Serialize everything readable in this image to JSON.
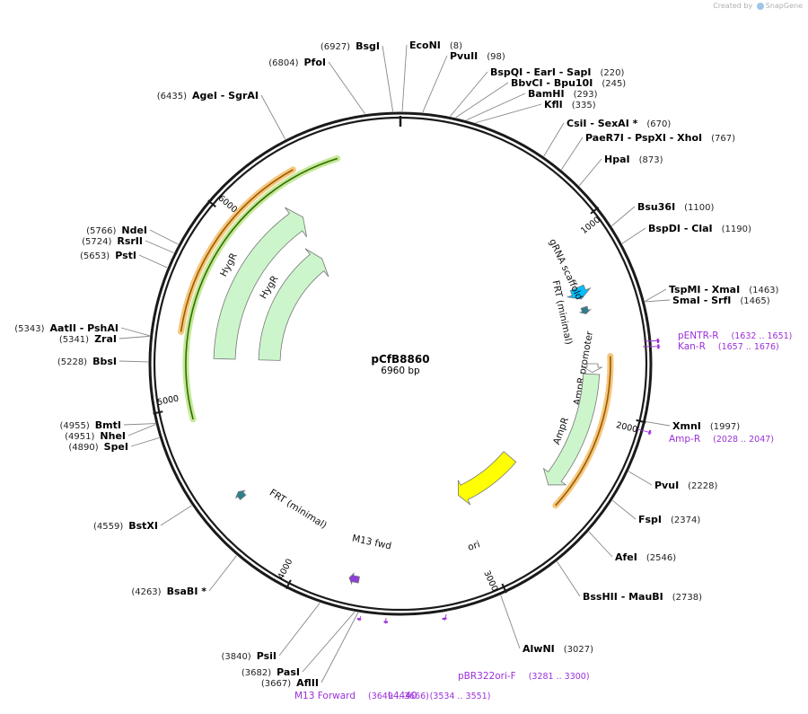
{
  "credit": {
    "prefix": "Created by",
    "brand": "SnapGene"
  },
  "plasmid": {
    "name": "pCfB8860",
    "size_label": "6960 bp",
    "length": 6960
  },
  "ticks": [
    {
      "label": "1000",
      "bp": 1000
    },
    {
      "label": "2000",
      "bp": 2000
    },
    {
      "label": "3000",
      "bp": 3000
    },
    {
      "label": "4000",
      "bp": 4000
    },
    {
      "label": "5000",
      "bp": 5000
    },
    {
      "label": "6000",
      "bp": 6000
    }
  ],
  "sites": [
    {
      "name": "EcoNI",
      "pos": "(8)",
      "bp": 8
    },
    {
      "name": "PvuII",
      "pos": "(98)",
      "bp": 98
    },
    {
      "name": "BspQI - EarI - SapI",
      "pos": "(220)",
      "bp": 220
    },
    {
      "name": "BbvCI - Bpu10I",
      "pos": "(245)",
      "bp": 245
    },
    {
      "name": "BamHI",
      "pos": "(293)",
      "bp": 293
    },
    {
      "name": "KflI",
      "pos": "(335)",
      "bp": 335
    },
    {
      "name": "CsiI - SexAI *",
      "pos": "(670)",
      "bp": 670
    },
    {
      "name": "PaeR7I - PspXI - XhoI",
      "pos": "(767)",
      "bp": 767
    },
    {
      "name": "HpaI",
      "pos": "(873)",
      "bp": 873
    },
    {
      "name": "Bsu36I",
      "pos": "(1100)",
      "bp": 1100
    },
    {
      "name": "BspDI - ClaI",
      "pos": "(1190)",
      "bp": 1190
    },
    {
      "name": "TspMI - XmaI",
      "pos": "(1463)",
      "bp": 1463
    },
    {
      "name": "SmaI - SrfI",
      "pos": "(1465)",
      "bp": 1465
    },
    {
      "name": "XmnI",
      "pos": "(1997)",
      "bp": 1997
    },
    {
      "name": "PvuI",
      "pos": "(2228)",
      "bp": 2228
    },
    {
      "name": "FspI",
      "pos": "(2374)",
      "bp": 2374
    },
    {
      "name": "AfeI",
      "pos": "(2546)",
      "bp": 2546
    },
    {
      "name": "BssHII - MauBI",
      "pos": "(2738)",
      "bp": 2738
    },
    {
      "name": "AlwNI",
      "pos": "(3027)",
      "bp": 3027
    },
    {
      "name": "AflII",
      "pos": "(3667)",
      "bp": 3667
    },
    {
      "name": "PasI",
      "pos": "(3682)",
      "bp": 3682
    },
    {
      "name": "PsiI",
      "pos": "(3840)",
      "bp": 3840
    },
    {
      "name": "BsaBI *",
      "pos": "(4263)",
      "bp": 4263
    },
    {
      "name": "BstXI",
      "pos": "(4559)",
      "bp": 4559
    },
    {
      "name": "SpeI",
      "pos": "(4890)",
      "bp": 4890
    },
    {
      "name": "NheI",
      "pos": "(4951)",
      "bp": 4951
    },
    {
      "name": "BmtI",
      "pos": "(4955)",
      "bp": 4955
    },
    {
      "name": "BbsI",
      "pos": "(5228)",
      "bp": 5228
    },
    {
      "name": "ZraI",
      "pos": "(5341)",
      "bp": 5341
    },
    {
      "name": "AatII - PshAI",
      "pos": "(5343)",
      "bp": 5343
    },
    {
      "name": "PstI",
      "pos": "(5653)",
      "bp": 5653
    },
    {
      "name": "RsrII",
      "pos": "(5724)",
      "bp": 5724
    },
    {
      "name": "NdeI",
      "pos": "(5766)",
      "bp": 5766
    },
    {
      "name": "AgeI - SgrAI",
      "pos": "(6435)",
      "bp": 6435
    },
    {
      "name": "PfoI",
      "pos": "(6804)",
      "bp": 6804
    },
    {
      "name": "BsgI",
      "pos": "(6927)",
      "bp": 6927
    }
  ],
  "primers": [
    {
      "name": "pENTR-R",
      "pos": "(1632 .. 1651)",
      "start": 1632,
      "end": 1651
    },
    {
      "name": "Kan-R",
      "pos": "(1657 .. 1676)",
      "start": 1657,
      "end": 1676
    },
    {
      "name": "Amp-R",
      "pos": "(2028 .. 2047)",
      "start": 2028,
      "end": 2047
    },
    {
      "name": "pBR322ori-F",
      "pos": "(3281 .. 3300)",
      "start": 3281,
      "end": 3300
    },
    {
      "name": "L4440",
      "pos": "(3534 .. 3551)",
      "start": 3534,
      "end": 3551
    },
    {
      "name": "M13 Forward",
      "pos": "(3649 .. 3666)",
      "start": 3649,
      "end": 3666
    }
  ],
  "features": [
    {
      "name": "gRNA scaffold",
      "color": "#00bfff"
    },
    {
      "name": "FRT (minimal)",
      "color": "#2e7f8f"
    },
    {
      "name": "AmpR promoter",
      "color": "#ffffff"
    },
    {
      "name": "AmpR",
      "color": "#ccf5cc"
    },
    {
      "name": "ori",
      "color": "#ffff00"
    },
    {
      "name": "M13 fwd",
      "color": "#8e3dd9"
    },
    {
      "name": "FRT (minimal)",
      "color": "#2e7f8f"
    },
    {
      "name": "HygR",
      "color": "#ccf5cc"
    },
    {
      "name": "HygR",
      "color": "#ccf5cc"
    }
  ],
  "colors": {
    "backbone": "#1a1a1a",
    "primer": "#9b30d9",
    "orf_orange": "#f5c77e",
    "orf_green": "#c6e89a"
  }
}
